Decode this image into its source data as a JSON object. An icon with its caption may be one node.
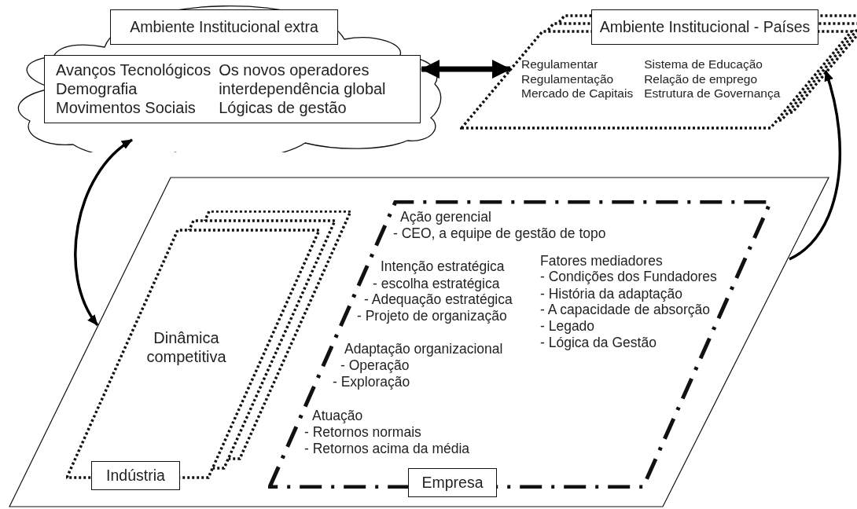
{
  "diagram": {
    "nodes": [
      {
        "text": [],
        "shape": "cloud"
      },
      {
        "text": [
          "Ambiente Institucional extra"
        ],
        "in": 0
      },
      {
        "text": [
          "Avanços Tecnológicos",
          "Demografia",
          "Movimentos Sociais",
          "Os novos operadores",
          "interdependência global",
          "Lógicas de gestão"
        ],
        "in": 0
      },
      {
        "text": [
          "Regulamentar",
          "Regulamentação",
          "Mercado de Capitais",
          "Sistema de Educação",
          "Relação de emprego",
          "Estrutura de Governança"
        ]
      },
      {
        "text": [
          "Ambiente Institucional - Países"
        ]
      },
      {
        "text": [],
        "shape": "parallelogram"
      },
      {
        "text": [
          "Dinâmica competitiva"
        ],
        "in": 5
      },
      {
        "text": [
          "Indústria"
        ],
        "in": 5
      },
      {
        "text": [
          "Ação gerencial",
          "- CEO, a equipe de gestão de topo",
          "Intenção estratégica",
          "- escolha estratégica",
          "- Adequação estratégica",
          "- Projeto de organização",
          "Adaptação organizacional",
          "- Operação",
          "- Exploração",
          "Atuação",
          "- Retornos normais",
          "- Retornos acima da média",
          "Fatores mediadores",
          "- Condições dos Fundadores",
          "- História da adaptação",
          "- A capacidade de absorção",
          "- Legado",
          "- Lógica da Gestão"
        ],
        "in": 5
      },
      {
        "text": [
          "Empresa"
        ],
        "in": 5
      }
    ],
    "edges": [
      {
        "from": 2,
        "to": 3,
        "arrow": "both",
        "style": "thick"
      },
      {
        "from": 0,
        "to": 5,
        "arrow": "both"
      },
      {
        "from": 5,
        "to": 3,
        "arrow": "to"
      }
    ]
  }
}
